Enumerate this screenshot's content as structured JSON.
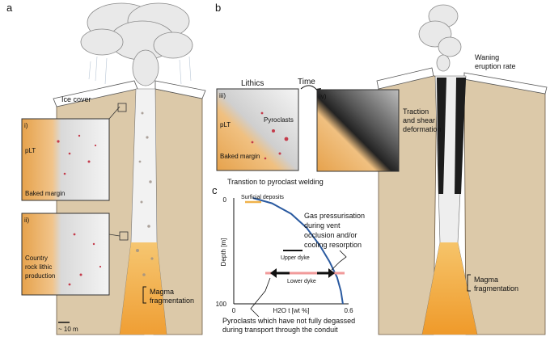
{
  "panel_a": {
    "letter": "a",
    "ice_cover": "Ice cover",
    "inset_i": {
      "label": "i)",
      "plt": "pLT",
      "baked": "Baked margin"
    },
    "inset_ii": {
      "label": "ii)",
      "text1": "Country",
      "text2": "rock lithic",
      "text3": "production"
    },
    "magma1": "Magma",
    "magma2": "fragmentation",
    "scale": "~ 10 m"
  },
  "panel_b": {
    "letter": "b",
    "inset_iii": {
      "label": "iii)",
      "lithics": "Lithics",
      "pyroclasts": "Pyroclasts",
      "plt": "pLT",
      "baked": "Baked margin"
    },
    "time": "Time",
    "inset_iv": {
      "label": "iv)",
      "traction1": "Traction",
      "traction2": "and shear",
      "traction3": "deformation"
    },
    "waning1": "Waning",
    "waning2": "eruption rate",
    "transition": "Transtion to pyroclast welding",
    "magma1": "Magma",
    "magma2": "fragmentation"
  },
  "panel_c": {
    "letter": "c",
    "surficial": "Surficial deposits",
    "upper_dyke": "Upper dyke",
    "lower_dyke": "Lower dyke",
    "gas1": "Gas pressurisation",
    "gas2": "during vent",
    "gas3": "occlusion and/or",
    "gas4": "cooling resorption",
    "pyro1": "Pyroclasts which have not fully degassed",
    "pyro2": "during transport through the conduit"
  },
  "chart_data": {
    "type": "line",
    "title": "",
    "xlabel": "H2O t [wt %]",
    "ylabel": "Depth [m]",
    "xlim": [
      0,
      0.6
    ],
    "ylim": [
      100,
      0
    ],
    "y_inverted": true,
    "xticks": [
      "0",
      "0.6"
    ],
    "yticks": [
      "0",
      "100"
    ],
    "series": [
      {
        "x": [
          0.1,
          0.2,
          0.3,
          0.38,
          0.45,
          0.5,
          0.54,
          0.56,
          0.57
        ],
        "y": [
          0,
          5,
          15,
          28,
          45,
          60,
          75,
          88,
          100
        ]
      }
    ]
  },
  "colors": {
    "country_rock": "#dcc9a9",
    "ice": "#ffffff",
    "magma": "#f2a23a",
    "curve": "#2a5aa0",
    "dyke_red": "#f19a9a",
    "surficial": "#f0b24a"
  }
}
